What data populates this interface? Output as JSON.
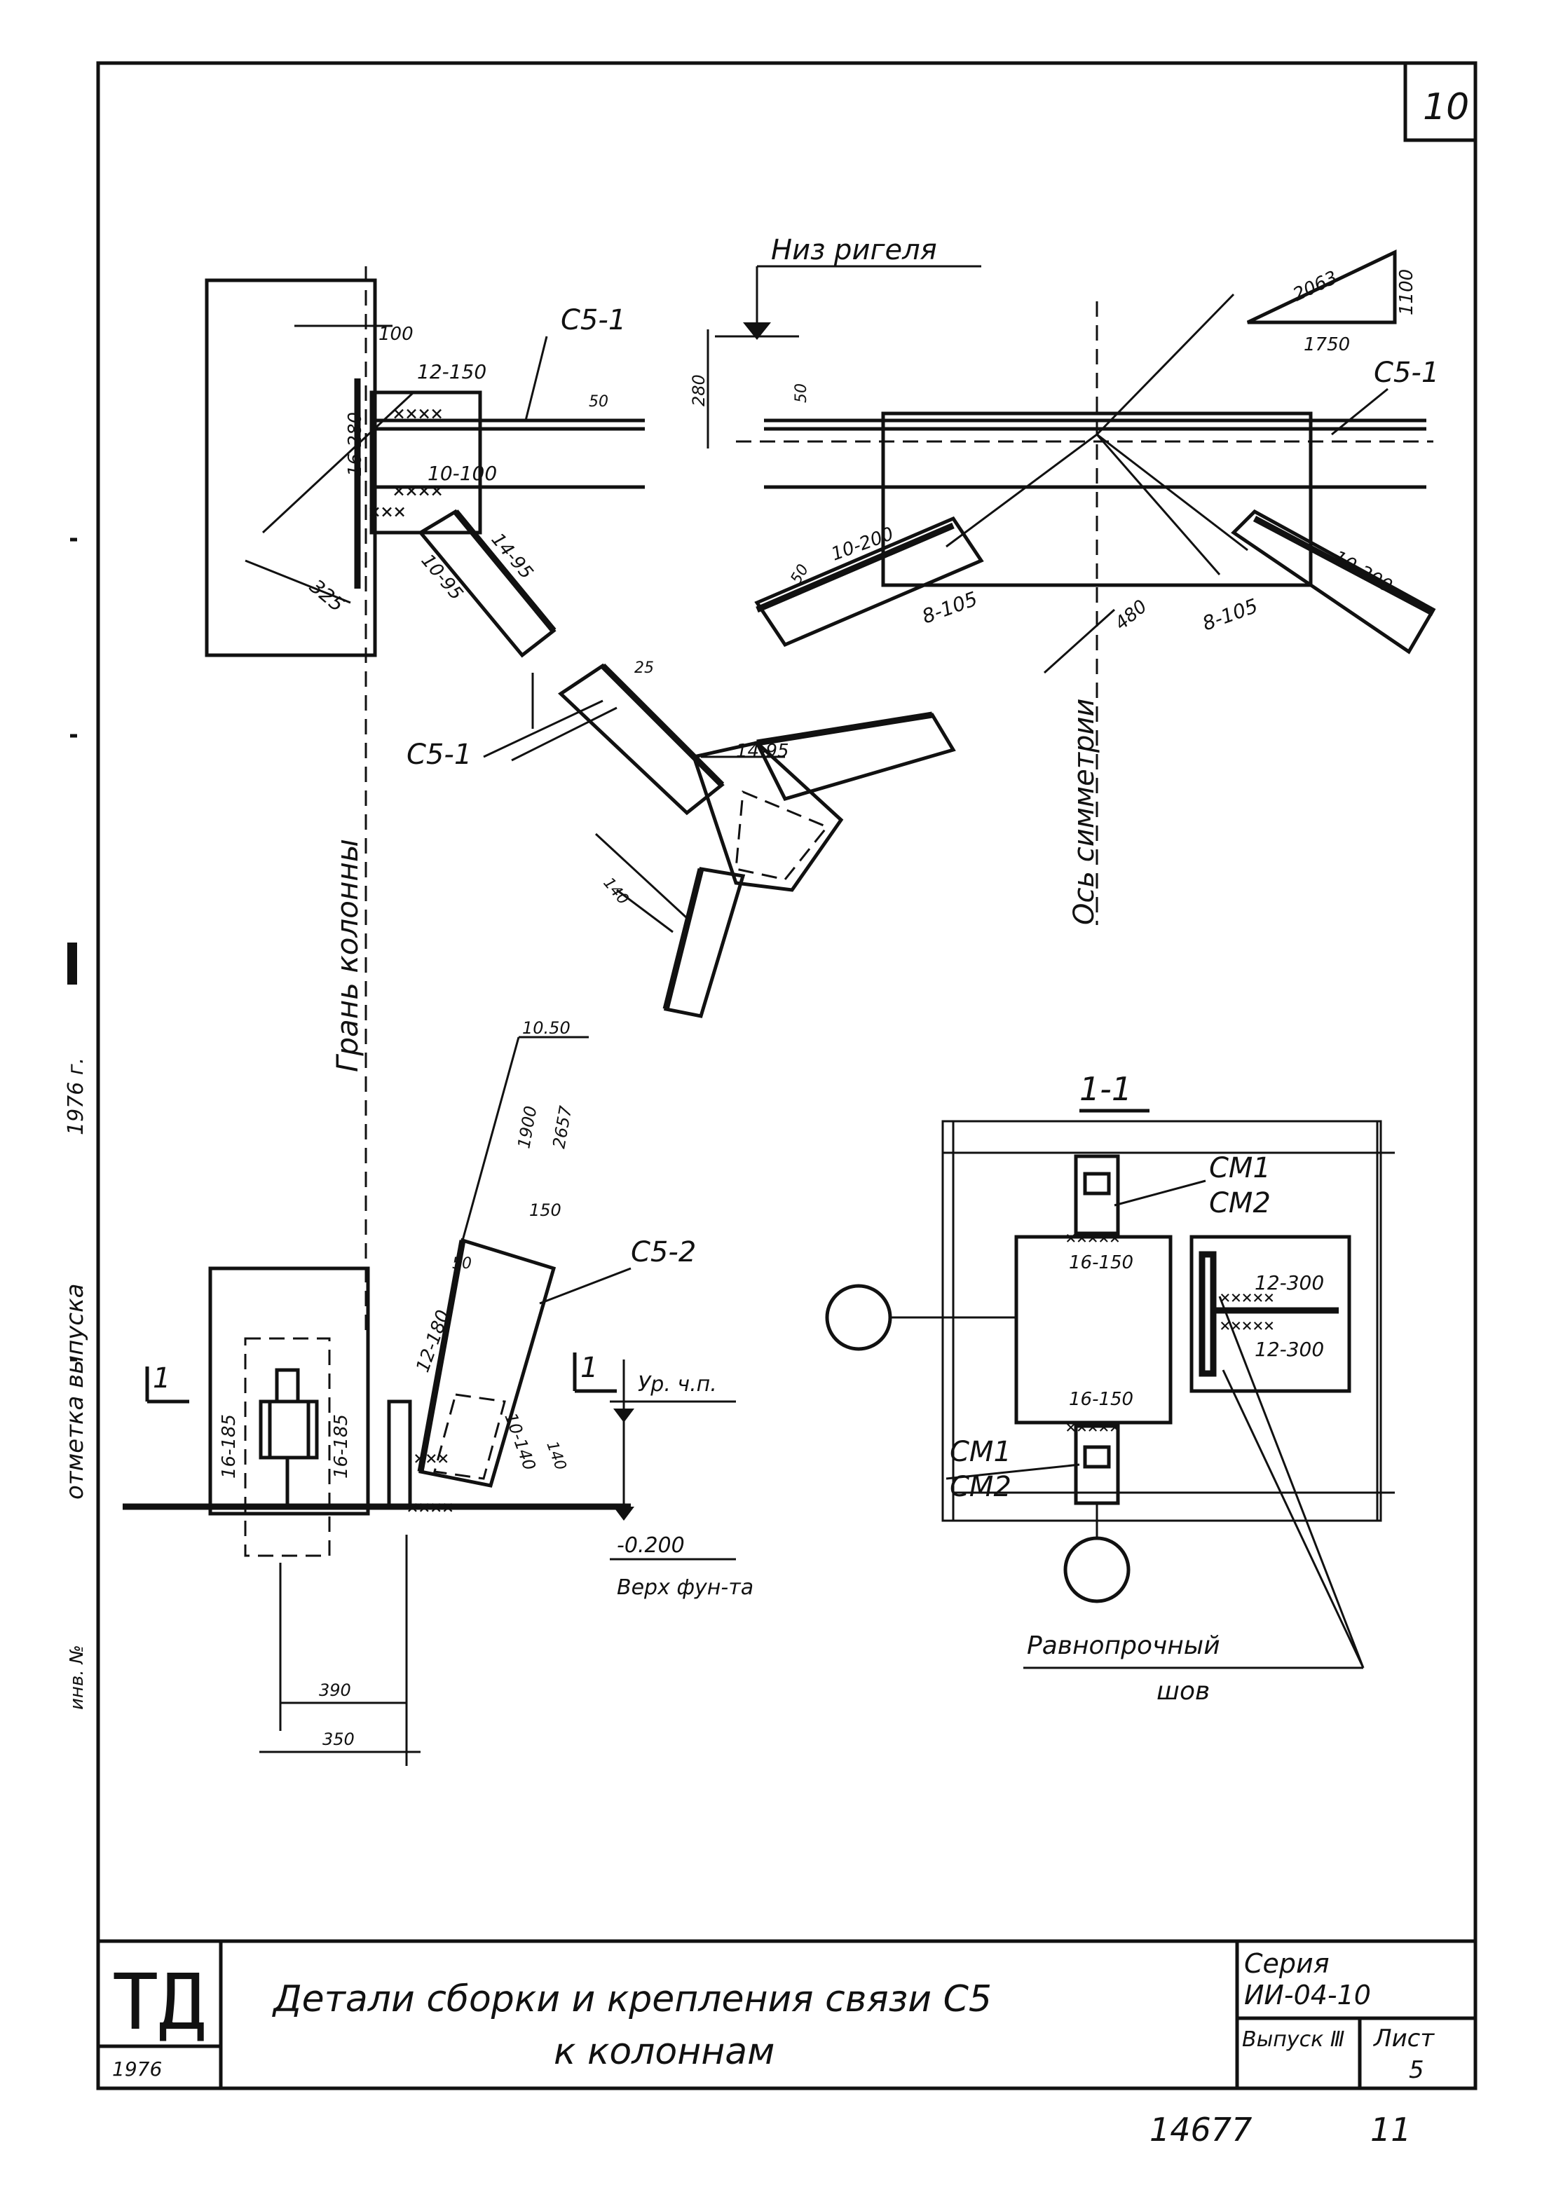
{
  "sheet_number": "10",
  "labels": {
    "niz_rigelya": "Низ ригеля",
    "grane_kolonny": "Грань колонны",
    "os_simmetrii": "Ось симметрии",
    "otm_vypuska": "отметка выпуска",
    "ur_ch_p": "Ур. ч.п.",
    "verh_fund": "Верх фун-та",
    "ravnoprochny_shov": "Равнопрочный",
    "shov": "шов",
    "section": "1-1",
    "section_mark": "1"
  },
  "parts": {
    "c5_1": "C5-1",
    "c5_2": "C5-2",
    "cm1": "CM1",
    "cm2": "CM2"
  },
  "dimensions": {
    "d100": "100",
    "d12_150": "12-150",
    "d16_280": "16-280",
    "d10_100": "10-100",
    "d50": "50",
    "d280": "280",
    "d325": "325",
    "d14_95": "14-95",
    "d10_95": "10-95",
    "d25": "25",
    "d10_200": "10-200",
    "d8_105": "8-105",
    "d480": "480",
    "d14_95b": "14-95",
    "d140": "140",
    "slope_2063": "2063",
    "slope_1750": "1750",
    "slope_1100": "1100",
    "d10_50": "10.50",
    "d2657": "2657",
    "d1900": "1900",
    "d150": "150",
    "d12_180": "12-180",
    "d10_140": "10-140",
    "d16_185a": "16-185",
    "d16_185b": "16-185",
    "d_0200": "-0.200",
    "d390": "390",
    "d350": "350",
    "d16_150a": "16-150",
    "d16_150b": "16-150",
    "d12_300a": "12-300",
    "d12_300b": "12-300"
  },
  "margin": {
    "year": "1976 г.",
    "inv": "инв. №"
  },
  "title_block": {
    "logo": "ТД",
    "year": "1976",
    "title_line1": "Детали сборки и крепления связи С5",
    "title_line2": "к колоннам",
    "series_label": "Серия",
    "series_value": "ИИ-04-10",
    "issue_label": "Выпуск Ⅲ",
    "sheet_label": "Лист",
    "sheet_value": "5"
  },
  "footer": {
    "doc_number": "14677",
    "page": "11"
  }
}
